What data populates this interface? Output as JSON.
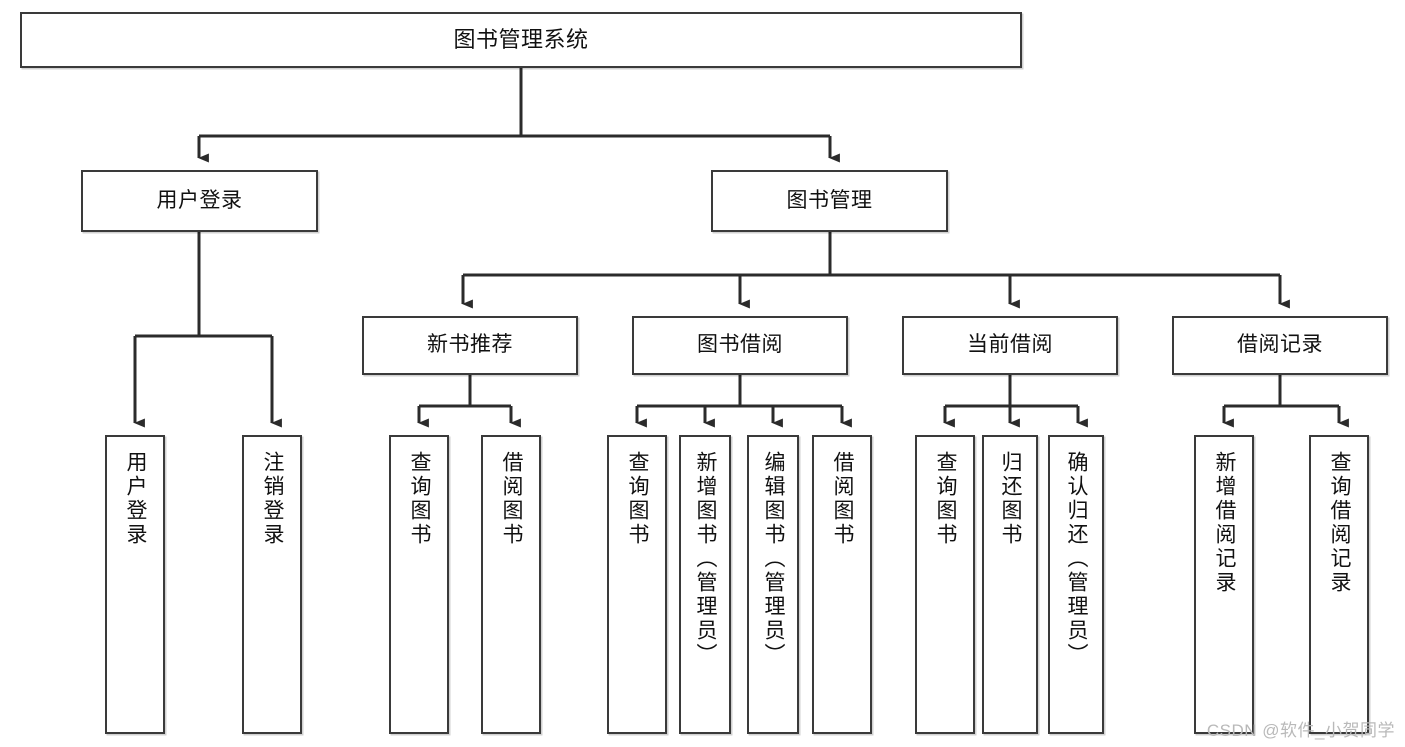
{
  "diagram": {
    "title": "图书管理系统",
    "type": "tree",
    "watermark": "CSDN @软件_小贺同学",
    "colors": {
      "box_border": "#3a3a3a",
      "box_fill": "#ffffff",
      "edge": "#2b2b2b",
      "text": "#111111",
      "watermark": "#b9b9b9"
    },
    "levels": [
      {
        "level": 0,
        "nodes": [
          {
            "id": "root",
            "label": "图书管理系统",
            "orientation": "horizontal"
          }
        ]
      },
      {
        "level": 1,
        "nodes": [
          {
            "id": "login",
            "label": "用户登录",
            "orientation": "horizontal",
            "parent": "root"
          },
          {
            "id": "bookmgmt",
            "label": "图书管理",
            "orientation": "horizontal",
            "parent": "root"
          }
        ]
      },
      {
        "level": 2,
        "nodes": [
          {
            "id": "newbook",
            "label": "新书推荐",
            "orientation": "horizontal",
            "parent": "bookmgmt"
          },
          {
            "id": "borrow",
            "label": "图书借阅",
            "orientation": "horizontal",
            "parent": "bookmgmt"
          },
          {
            "id": "current",
            "label": "当前借阅",
            "orientation": "horizontal",
            "parent": "bookmgmt"
          },
          {
            "id": "records",
            "label": "借阅记录",
            "orientation": "horizontal",
            "parent": "bookmgmt"
          }
        ]
      },
      {
        "level": 3,
        "nodes": [
          {
            "id": "leaf1",
            "label": "用户登录",
            "orientation": "vertical",
            "parent": "login"
          },
          {
            "id": "leaf2",
            "label": "注销登录",
            "orientation": "vertical",
            "parent": "login"
          },
          {
            "id": "leaf3",
            "label": "查询图书",
            "orientation": "vertical",
            "parent": "newbook"
          },
          {
            "id": "leaf4",
            "label": "借阅图书",
            "orientation": "vertical",
            "parent": "newbook"
          },
          {
            "id": "leaf5",
            "label": "查询图书",
            "orientation": "vertical",
            "parent": "borrow"
          },
          {
            "id": "leaf6",
            "label": "新增图书（管理员）",
            "orientation": "vertical",
            "parent": "borrow"
          },
          {
            "id": "leaf7",
            "label": "编辑图书（管理员）",
            "orientation": "vertical",
            "parent": "borrow"
          },
          {
            "id": "leaf8",
            "label": "借阅图书",
            "orientation": "vertical",
            "parent": "borrow"
          },
          {
            "id": "leaf9",
            "label": "查询图书",
            "orientation": "vertical",
            "parent": "current"
          },
          {
            "id": "leaf10",
            "label": "归还图书",
            "orientation": "vertical",
            "parent": "current"
          },
          {
            "id": "leaf11",
            "label": "确认归还（管理员）",
            "orientation": "vertical",
            "parent": "current"
          },
          {
            "id": "leaf12",
            "label": "新增借阅记录",
            "orientation": "vertical",
            "parent": "records"
          },
          {
            "id": "leaf13",
            "label": "查询借阅记录",
            "orientation": "vertical",
            "parent": "records"
          }
        ]
      }
    ]
  }
}
